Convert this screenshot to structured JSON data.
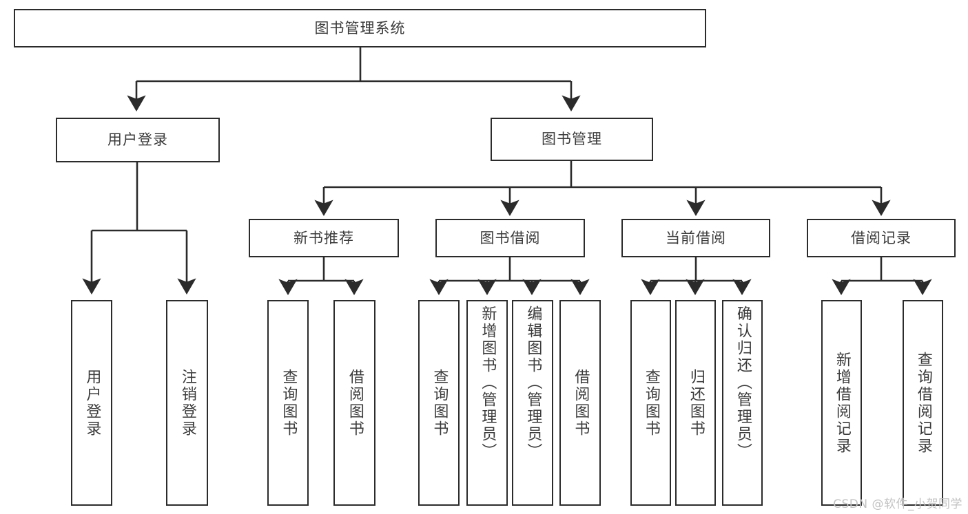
{
  "diagram": {
    "title": "图书管理系统",
    "type": "tree",
    "watermark": "CSDN @软件_小贺同学",
    "colors": {
      "box_border": "#2b2b2b",
      "box_fill": "#ffffff",
      "text": "#3b3b3b",
      "connector": "#2b2b2b",
      "watermark": "#c2c2c2",
      "background": "#ffffff"
    },
    "root": {
      "label": "图书管理系统"
    },
    "level2": [
      {
        "id": "user-login",
        "label": "用户登录"
      },
      {
        "id": "book-manage",
        "label": "图书管理"
      }
    ],
    "level3": [
      {
        "id": "new-book-recommend",
        "label": "新书推荐",
        "parent": "book-manage"
      },
      {
        "id": "book-borrow",
        "label": "图书借阅",
        "parent": "book-manage"
      },
      {
        "id": "current-borrow",
        "label": "当前借阅",
        "parent": "book-manage"
      },
      {
        "id": "borrow-record",
        "label": "借阅记录",
        "parent": "book-manage"
      }
    ],
    "leaves": {
      "user-login": [
        {
          "id": "leaf-user-login",
          "label": "用户登录"
        },
        {
          "id": "leaf-user-logout",
          "label": "注销登录"
        }
      ],
      "new-book-recommend": [
        {
          "id": "leaf-query-book-1",
          "label": "查询图书"
        },
        {
          "id": "leaf-borrow-book-1",
          "label": "借阅图书"
        }
      ],
      "book-borrow": [
        {
          "id": "leaf-query-book-2",
          "label": "查询图书"
        },
        {
          "id": "leaf-add-book",
          "label": "新增图书（管理员）"
        },
        {
          "id": "leaf-edit-book",
          "label": "编辑图书（管理员）"
        },
        {
          "id": "leaf-borrow-book-2",
          "label": "借阅图书"
        }
      ],
      "current-borrow": [
        {
          "id": "leaf-query-book-3",
          "label": "查询图书"
        },
        {
          "id": "leaf-return-book",
          "label": "归还图书"
        },
        {
          "id": "leaf-confirm-return",
          "label": "确认归还（管理员）"
        }
      ],
      "borrow-record": [
        {
          "id": "leaf-add-record",
          "label": "新增借阅记录"
        },
        {
          "id": "leaf-query-record",
          "label": "查询借阅记录"
        }
      ]
    }
  }
}
